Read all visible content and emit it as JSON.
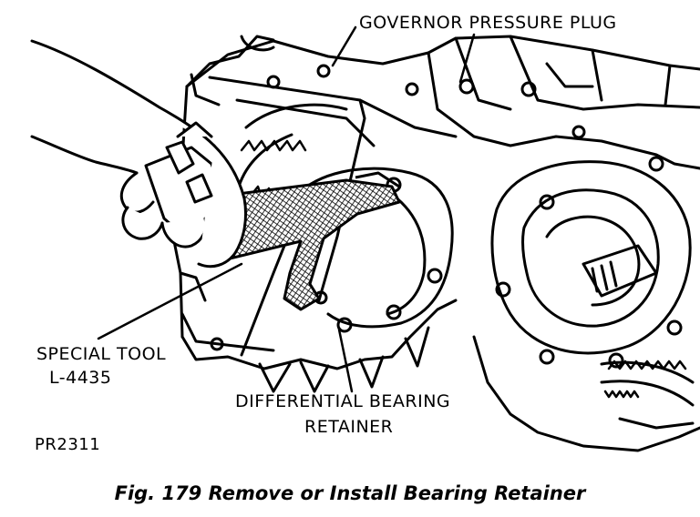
{
  "labels": {
    "governor_plug": "GOVERNOR PRESSURE PLUG",
    "special_tool_line1": "SPECIAL TOOL",
    "special_tool_line2": "L-4435",
    "differential_line1": "DIFFERENTIAL BEARING",
    "differential_line2": "RETAINER",
    "figure_code": "PR2311"
  },
  "caption": "Fig. 179 Remove or Install Bearing Retainer",
  "icons": [
    "hand-icon",
    "special-tool-icon",
    "transaxle-housing-icon"
  ]
}
